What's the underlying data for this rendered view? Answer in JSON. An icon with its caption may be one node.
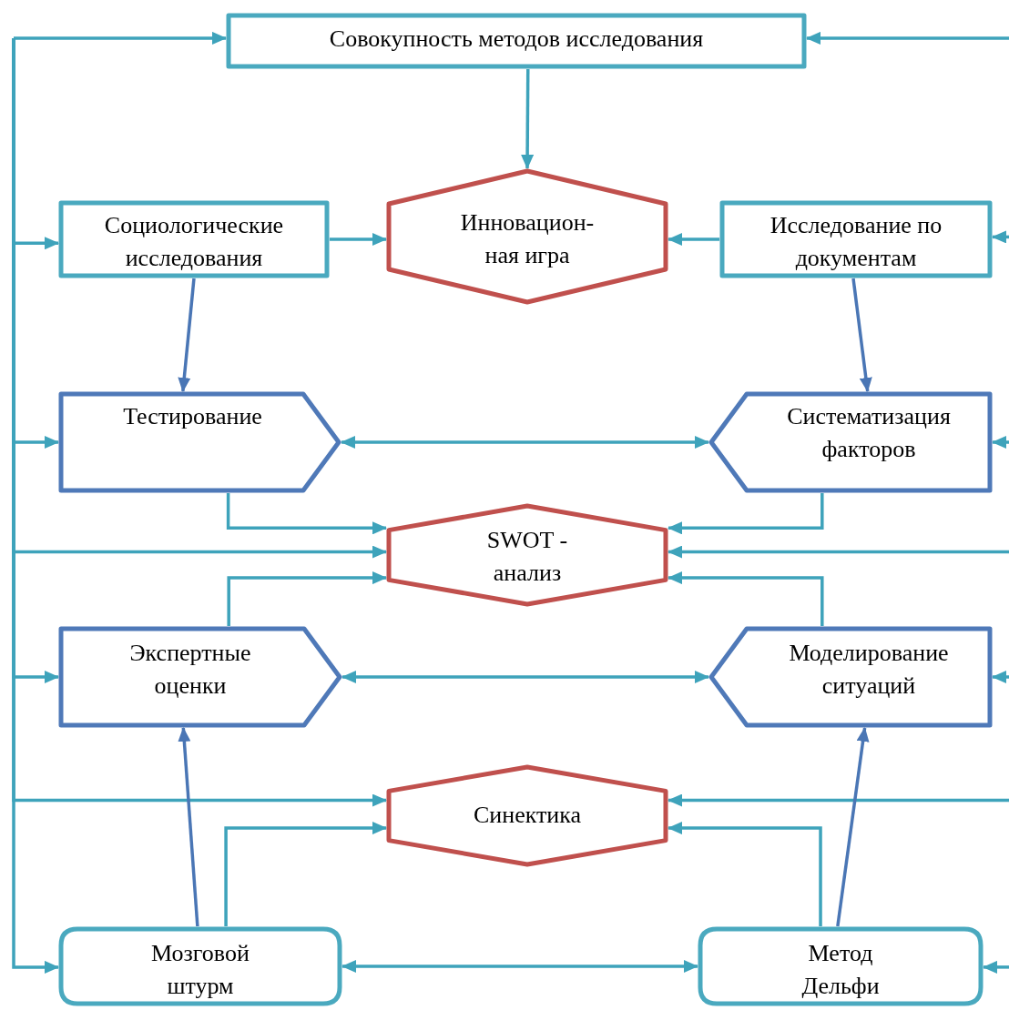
{
  "diagram": {
    "nodes": [
      {
        "text": [
          "Совокупность методов исследования"
        ]
      },
      {
        "text": [
          "Социологические исследования"
        ]
      },
      {
        "text": [
          "Инновацион- ная игра"
        ]
      },
      {
        "text": [
          "Исследование по документам"
        ]
      },
      {
        "text": [
          "Тестирование"
        ]
      },
      {
        "text": [
          "Систематизация факторов"
        ]
      },
      {
        "text": [
          "SWOT - анализ"
        ]
      },
      {
        "text": [
          "Экспертные оценки"
        ]
      },
      {
        "text": [
          "Моделирование ситуаций"
        ]
      },
      {
        "text": [
          "Синектика"
        ]
      },
      {
        "text": [
          "Мозговой штурм"
        ]
      },
      {
        "text": [
          "Метод Дельфи"
        ]
      }
    ],
    "edges": [
      {
        "from": null,
        "to": 0,
        "arrow": "to"
      },
      {
        "from": null,
        "to": 1,
        "arrow": "to"
      },
      {
        "from": null,
        "to": 4,
        "arrow": "to"
      },
      {
        "from": null,
        "to": 6,
        "arrow": "to"
      },
      {
        "from": null,
        "to": 7,
        "arrow": "to"
      },
      {
        "from": null,
        "to": 9,
        "arrow": "to"
      },
      {
        "from": null,
        "to": 10,
        "arrow": "to"
      },
      {
        "from": null,
        "to": 0,
        "arrow": "to"
      },
      {
        "from": null,
        "to": 3,
        "arrow": "to"
      },
      {
        "from": null,
        "to": 5,
        "arrow": "to"
      },
      {
        "from": null,
        "to": 6,
        "arrow": "to"
      },
      {
        "from": null,
        "to": 8,
        "arrow": "to"
      },
      {
        "from": null,
        "to": 9,
        "arrow": "to"
      },
      {
        "from": null,
        "to": 11,
        "arrow": "to"
      },
      {
        "from": 0,
        "to": 2,
        "arrow": "to"
      },
      {
        "from": 1,
        "to": 2,
        "arrow": "to"
      },
      {
        "from": 3,
        "to": 2,
        "arrow": "to"
      },
      {
        "from": 1,
        "to": 4,
        "arrow": "to",
        "color": "#4a76b5"
      },
      {
        "from": 3,
        "to": 5,
        "arrow": "to",
        "color": "#4a76b5"
      },
      {
        "from": 4,
        "to": 5,
        "arrow": "both"
      },
      {
        "from": 4,
        "to": 6,
        "arrow": "to"
      },
      {
        "from": 5,
        "to": 6,
        "arrow": "to"
      },
      {
        "from": 7,
        "to": 6,
        "arrow": "to"
      },
      {
        "from": 8,
        "to": 6,
        "arrow": "to"
      },
      {
        "from": 7,
        "to": 8,
        "arrow": "both"
      },
      {
        "from": 10,
        "to": 7,
        "arrow": "to",
        "color": "#4a76b5"
      },
      {
        "from": 11,
        "to": 8,
        "arrow": "to",
        "color": "#4a76b5"
      },
      {
        "from": 10,
        "to": 9,
        "arrow": "to"
      },
      {
        "from": 11,
        "to": 9,
        "arrow": "to"
      },
      {
        "from": 10,
        "to": 11,
        "arrow": "both"
      }
    ]
  }
}
